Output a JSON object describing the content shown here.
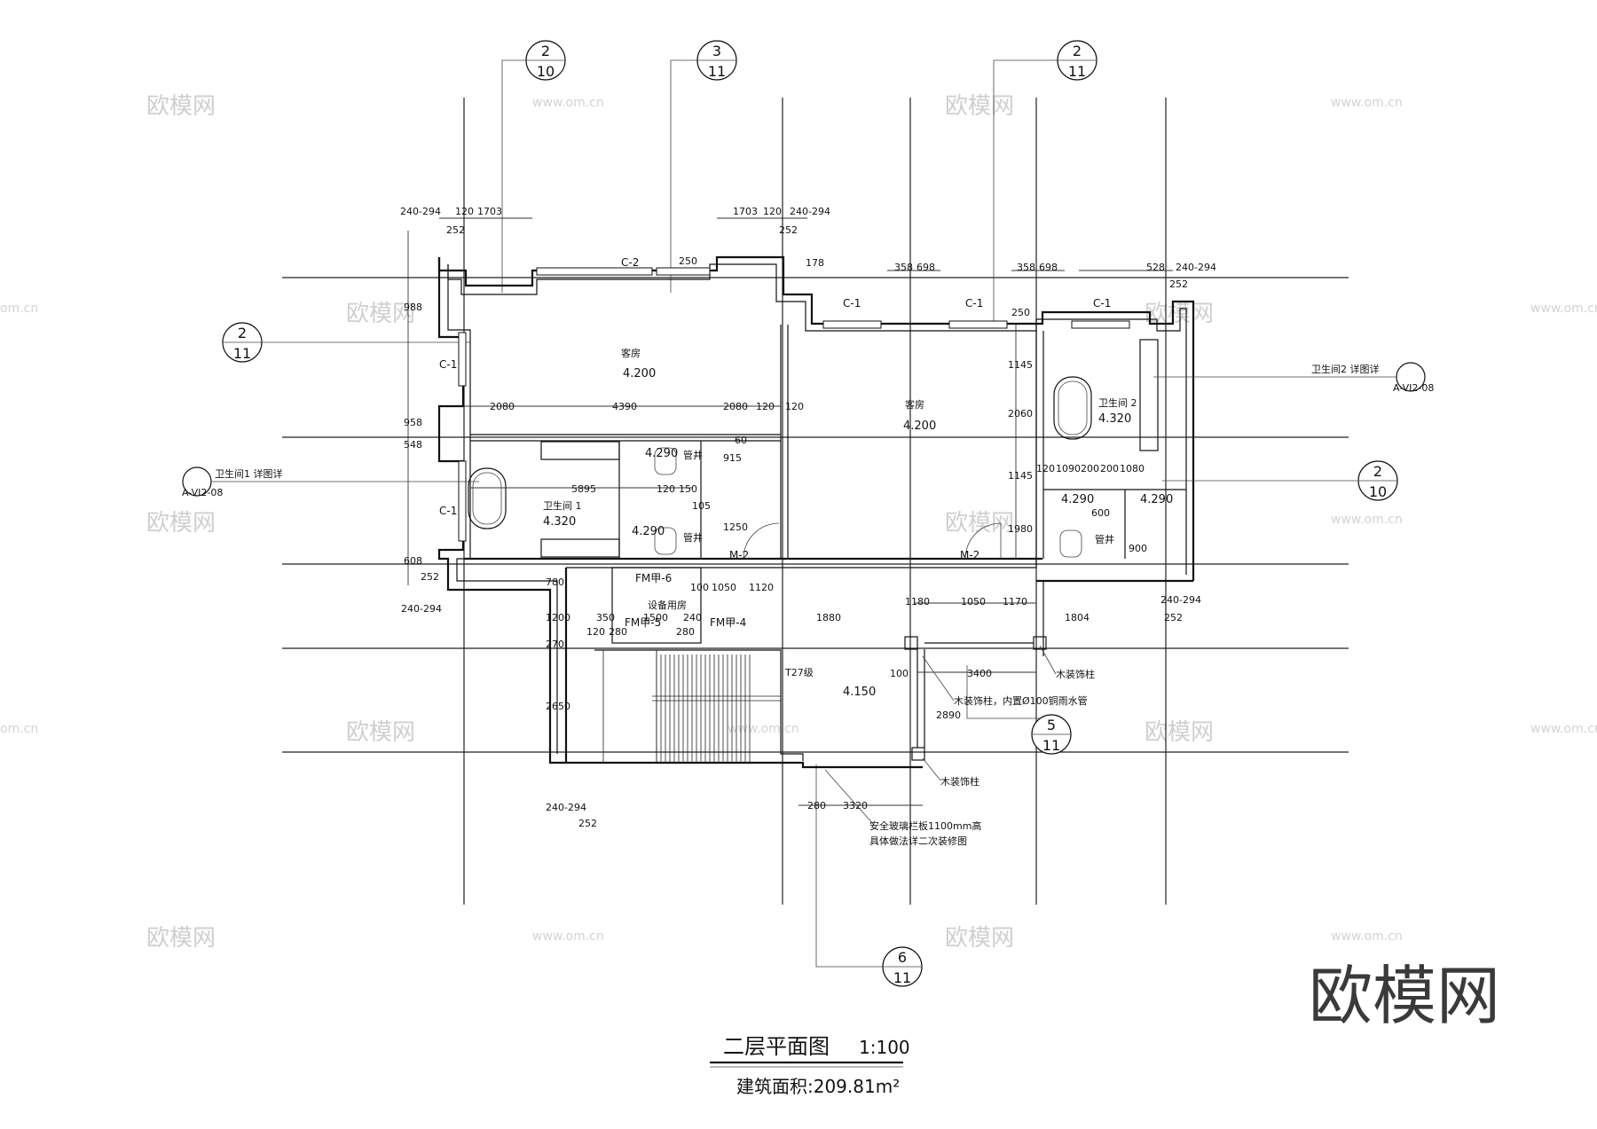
{
  "title": "二层平面图",
  "scale": "1:100",
  "area": "建筑面积:209.81m²",
  "brand": "欧模网",
  "watermarks": {
    "text": "欧模网",
    "url": "www.om.cn",
    "url_cn": "om.cn"
  },
  "rooms": {
    "guest_room_a": "客房",
    "elev_a": "4.200",
    "guest_room_b": "客房",
    "elev_b": "4.200",
    "bath1": "卫生间 1",
    "elev_bath1": "4.320",
    "bath2": "卫生间 2",
    "elev_bath2": "4.320",
    "elev_4290_a": "4.290",
    "elev_4290_b": "4.290",
    "elev_4290_c": "4.290",
    "elev_4290_d": "4.290",
    "pipe_a": "管井",
    "pipe_b": "管井",
    "pipe_c": "管井",
    "equip": "设备用房",
    "stair": "T27级",
    "elev_hall": "4.150"
  },
  "callouts": {
    "bath1_detail": "卫生间1 详图详",
    "bath2_detail": "卫生间2 详图详",
    "ref": "A-VI2-08",
    "wood_col_a": "木装饰柱",
    "wood_col_b": "木装饰柱，内置Ø100铜雨水管",
    "wood_col_c": "木装饰柱",
    "rail1": "安全玻璃栏板1100mm高",
    "rail2": "具体做法详二次装修图"
  },
  "windows": {
    "c1": "C-1",
    "c2": "C-2",
    "m2": "M-2",
    "fm6": "FM甲-6",
    "fm5": "FM甲-5",
    "fm4": "FM甲-4"
  },
  "axes": [
    {
      "top": "2",
      "bottom": "10"
    },
    {
      "top": "3",
      "bottom": "11"
    },
    {
      "top": "2",
      "bottom": "11"
    },
    {
      "top": "2",
      "bottom": "11"
    },
    {
      "top": "2",
      "bottom": "10"
    },
    {
      "top": "5",
      "bottom": "11"
    },
    {
      "top": "6",
      "bottom": "11"
    }
  ],
  "dims": {
    "d240_294": "240-294",
    "d120": "120",
    "d1703": "1703",
    "d252": "252",
    "d178": "178",
    "d250": "250",
    "d358": "358",
    "d698": "698",
    "d528": "528",
    "d988": "988",
    "d958": "958",
    "d548": "548",
    "d608": "608",
    "d2080": "2080",
    "d4390": "4390",
    "d5895": "5895",
    "d1145": "1145",
    "d2060": "2060",
    "d1980": "1980",
    "d1090": "1090",
    "d200": "200",
    "d1080": "1080",
    "d600": "600",
    "d900": "900",
    "d1050": "1050",
    "d1120": "1120",
    "d100": "100",
    "d1880": "1880",
    "d350": "350",
    "d280": "280",
    "d1500": "1500",
    "d240": "240",
    "d1200": "1200",
    "d780": "780",
    "d270": "270",
    "d2650": "2650",
    "d1180": "1180",
    "d1170": "1170",
    "d1804": "1804",
    "d3400": "3400",
    "d2890": "2890",
    "d3320": "3320",
    "d915": "915",
    "d1250": "1250",
    "d105": "105",
    "d60": "60",
    "d150": "150"
  }
}
